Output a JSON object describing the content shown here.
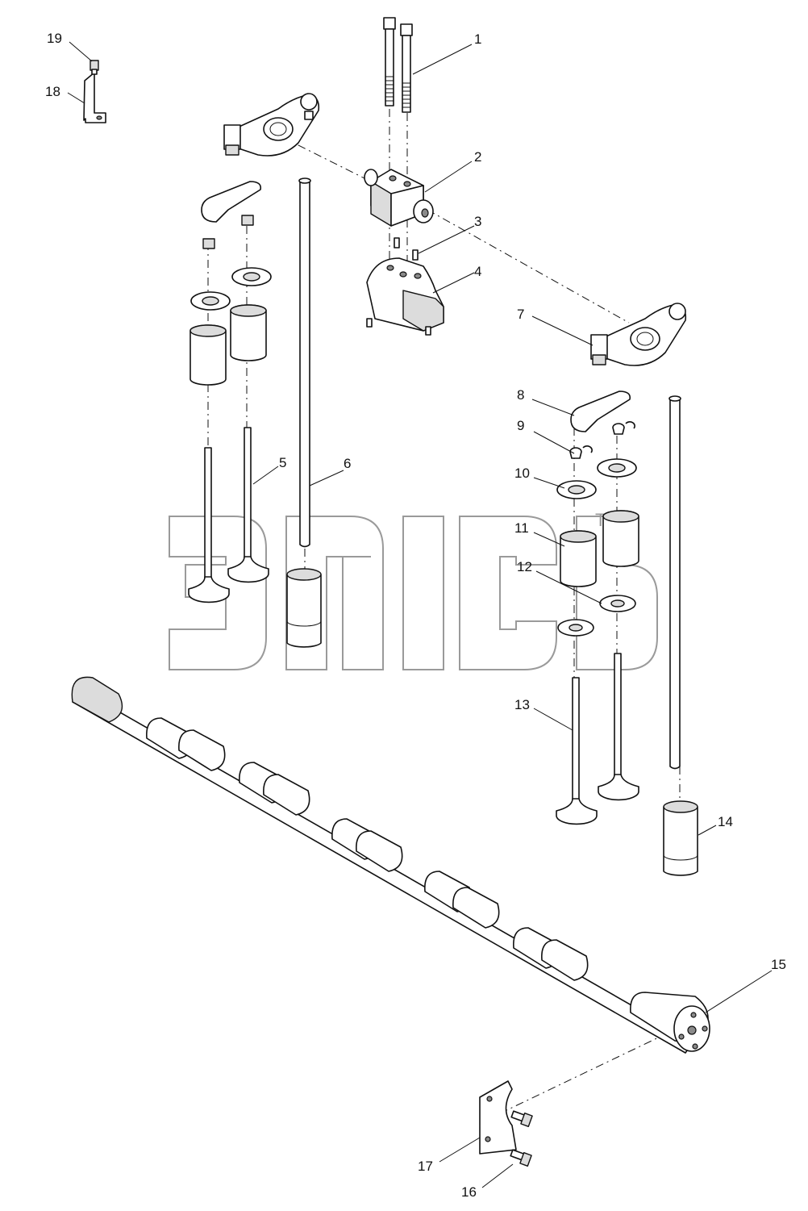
{
  "callouts": [
    {
      "id": "1",
      "text": "1"
    },
    {
      "id": "2",
      "text": "2"
    },
    {
      "id": "3",
      "text": "3"
    },
    {
      "id": "4",
      "text": "4"
    },
    {
      "id": "5",
      "text": "5"
    },
    {
      "id": "6",
      "text": "6"
    },
    {
      "id": "7",
      "text": "7"
    },
    {
      "id": "8",
      "text": "8"
    },
    {
      "id": "9",
      "text": "9"
    },
    {
      "id": "10",
      "text": "10"
    },
    {
      "id": "11",
      "text": "11"
    },
    {
      "id": "12",
      "text": "12"
    },
    {
      "id": "13",
      "text": "13"
    },
    {
      "id": "14",
      "text": "14"
    },
    {
      "id": "15",
      "text": "15"
    },
    {
      "id": "16",
      "text": "16"
    },
    {
      "id": "17",
      "text": "17"
    },
    {
      "id": "18",
      "text": "18"
    },
    {
      "id": "19",
      "text": "19"
    }
  ],
  "watermark": {
    "trademark": "TM"
  }
}
